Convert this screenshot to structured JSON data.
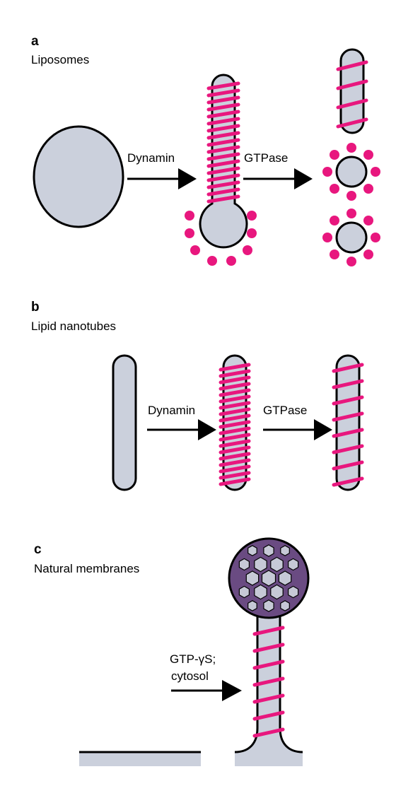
{
  "panels": {
    "a": {
      "letter": "a",
      "title": "Liposomes",
      "step1_label": "Dynamin",
      "step2_label": "GTPase"
    },
    "b": {
      "letter": "b",
      "title": "Lipid nanotubes",
      "step1_label": "Dynamin",
      "step2_label": "GTPase"
    },
    "c": {
      "letter": "c",
      "title": "Natural membranes",
      "step_label_line1": "GTP-γS;",
      "step_label_line2": "cytosol"
    }
  },
  "colors": {
    "membrane_fill": "#cbd0dc",
    "outline": "#000000",
    "dynamin": "#e8177e",
    "clathrin_coat": "#6a4b82",
    "clathrin_holes": "#c6c9d6",
    "background": "#ffffff"
  }
}
